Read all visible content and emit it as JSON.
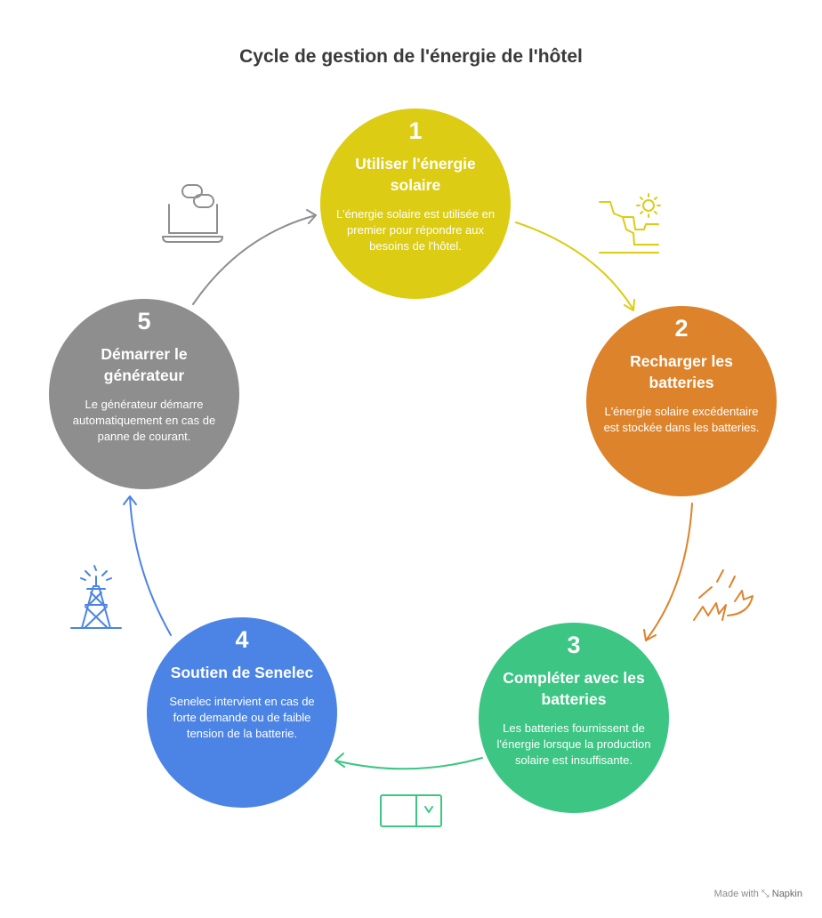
{
  "title": "Cycle de gestion de l'énergie de l'hôtel",
  "steps": [
    {
      "number": "1",
      "title": "Utiliser l'énergie solaire",
      "description": "L'énergie solaire est utilisée en premier pour répondre aux besoins de l'hôtel.",
      "color": "#dccc14",
      "icon": "solar-landscape-icon"
    },
    {
      "number": "2",
      "title": "Recharger les batteries",
      "description": "L'énergie solaire excédentaire est stockée dans les batteries.",
      "color": "#dd832b",
      "icon": "power-spark-icon"
    },
    {
      "number": "3",
      "title": "Compléter avec les batteries",
      "description": "Les batteries fournissent de l'énergie lorsque la production solaire est insuffisante.",
      "color": "#3cc583",
      "icon": "battery-selector-icon"
    },
    {
      "number": "4",
      "title": "Soutien de Senelec",
      "description": "Senelec intervient en cas de forte demande ou de faible tension de la batterie.",
      "color": "#4b84e4",
      "icon": "transmission-tower-icon"
    },
    {
      "number": "5",
      "title": "Démarrer le générateur",
      "description": "Le générateur démarre automatiquement en cas de panne de courant.",
      "color": "#8e8e8e",
      "icon": "generator-icon"
    }
  ],
  "footer": {
    "made_with": "Made with",
    "brand": "Napkin"
  }
}
